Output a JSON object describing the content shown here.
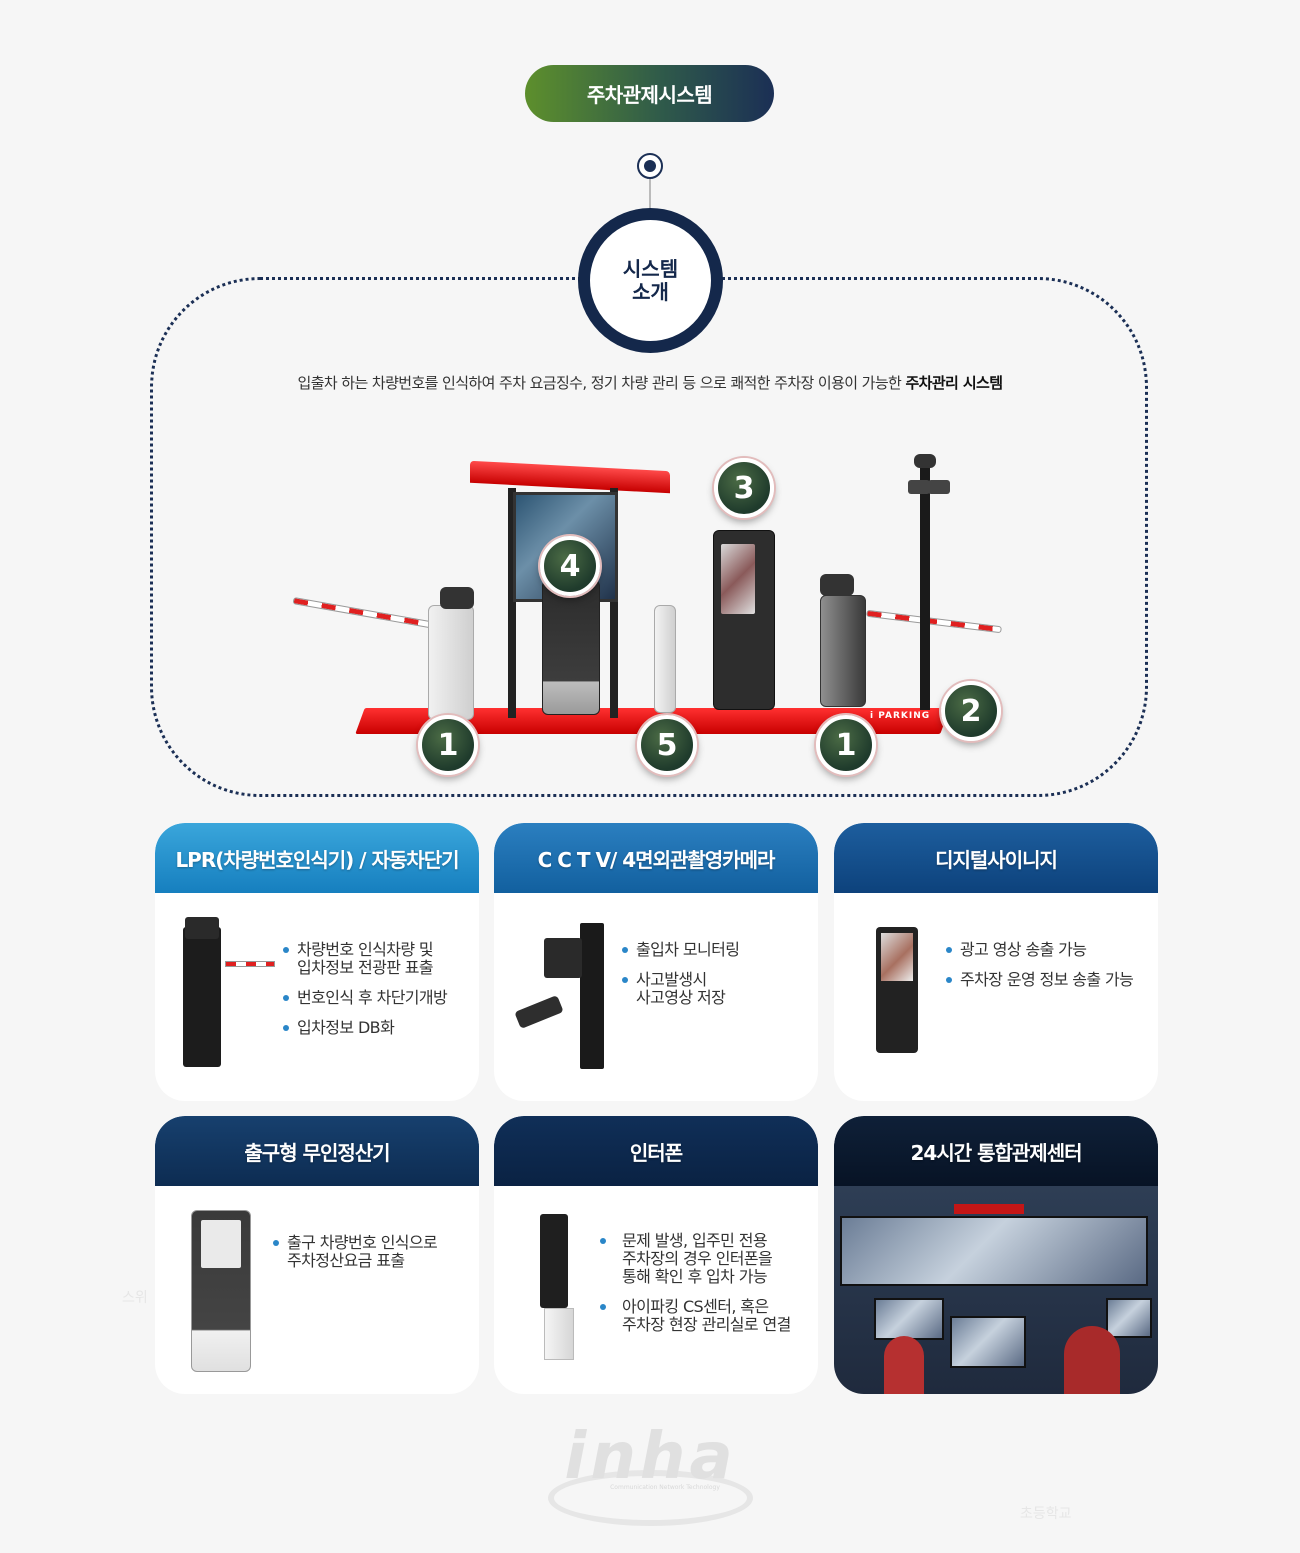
{
  "header": {
    "title": "주차관제시스템"
  },
  "intro": {
    "circle_line1": "시스템",
    "circle_line2": "소개",
    "description": "입출차 하는 차량번호를 인식하여 주차 요금징수, 정기 차량 관리 등 으로 쾌적한 주차장 이용이 가능한 ",
    "description_bold": "주차관리 시스템",
    "platform_label": "i PARKING",
    "badges": [
      "1",
      "2",
      "3",
      "4",
      "5",
      "1"
    ]
  },
  "cards": [
    {
      "title": "LPR(차량번호인식기) / 자동차단기",
      "bullets": [
        [
          "차량번호 인식차량 및",
          "입차정보 전광판 표출"
        ],
        [
          "번호인식 후 차단기개방"
        ],
        [
          "입차정보 DB화"
        ]
      ]
    },
    {
      "title": "C C T V/ 4면외관촬영카메라",
      "bullets": [
        [
          "출입차 모니터링"
        ],
        [
          "사고발생시",
          "사고영상 저장"
        ]
      ]
    },
    {
      "title": "디지털사이니지",
      "bullets": [
        [
          "광고 영상 송출 가능"
        ],
        [
          "주차장 운영 정보 송출 가능"
        ]
      ]
    },
    {
      "title": "출구형 무인정산기",
      "bullets": [
        [
          "출구 차량번호 인식으로",
          "주차정산요금 표출"
        ]
      ]
    },
    {
      "title": "인터폰",
      "bullets": [
        [
          "문제 발생, 입주민 전용",
          "주차장의 경우 인터폰을",
          "통해 확인 후 입차 가능"
        ],
        [
          "아이파킹 CS센터, 혹은",
          "주차장 현장 관리실로 연결"
        ]
      ]
    },
    {
      "title": "24시간 통합관제센터",
      "bullets": []
    }
  ],
  "watermark": {
    "logo": "inha",
    "sub": "Communication Network Technology"
  },
  "faint": {
    "left": "스위",
    "right": "초등학교"
  },
  "colors": {
    "navy": "#14284b",
    "accent_red": "#e01818",
    "bullet_blue": "#2a86c8"
  }
}
